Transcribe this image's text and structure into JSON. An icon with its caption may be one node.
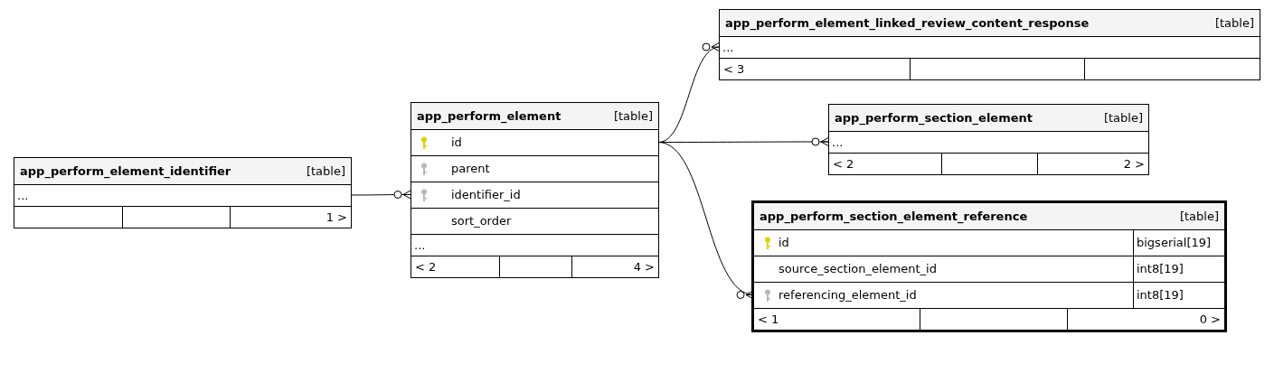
{
  "diagram": {
    "nodes": [
      {
        "text": [
          "app_perform_element_identifier",
          "[table]"
        ]
      },
      {
        "text": [
          "..."
        ],
        "in": 0
      },
      {
        "text": [
          "1 >"
        ],
        "in": 0
      },
      {
        "text": [
          "app_perform_element",
          "[table]"
        ]
      },
      {
        "text": [
          "id"
        ],
        "in": 3
      },
      {
        "text": [
          "parent"
        ],
        "in": 3
      },
      {
        "text": [
          "identifier_id"
        ],
        "in": 3
      },
      {
        "text": [
          "sort_order"
        ],
        "in": 3
      },
      {
        "text": [
          "..."
        ],
        "in": 3
      },
      {
        "text": [
          "< 2",
          "4 >"
        ],
        "in": 3
      },
      {
        "text": [
          "app_perform_element_linked_review_content_response",
          "[table]"
        ]
      },
      {
        "text": [
          "..."
        ],
        "in": 10
      },
      {
        "text": [
          "< 3"
        ],
        "in": 10
      },
      {
        "text": [
          "app_perform_section_element",
          "[table]"
        ]
      },
      {
        "text": [
          "..."
        ],
        "in": 13
      },
      {
        "text": [
          "< 2",
          "2 >"
        ],
        "in": 13
      },
      {
        "text": [
          "app_perform_section_element_reference",
          "[table]"
        ]
      },
      {
        "text": [
          "id",
          "bigserial[19]"
        ],
        "in": 16
      },
      {
        "text": [
          "source_section_element_id",
          "int8[19]"
        ],
        "in": 16
      },
      {
        "text": [
          "referencing_element_id",
          "int8[19]"
        ],
        "in": 16
      },
      {
        "text": [
          "< 1",
          "0 >"
        ],
        "in": 16
      }
    ],
    "edges": [
      {
        "from": 1,
        "to": 6,
        "arrow": "other"
      },
      {
        "from": 4,
        "to": 11,
        "arrow": "other"
      },
      {
        "from": 4,
        "to": 14,
        "arrow": "other"
      },
      {
        "from": 4,
        "to": 19,
        "arrow": "other"
      }
    ]
  }
}
